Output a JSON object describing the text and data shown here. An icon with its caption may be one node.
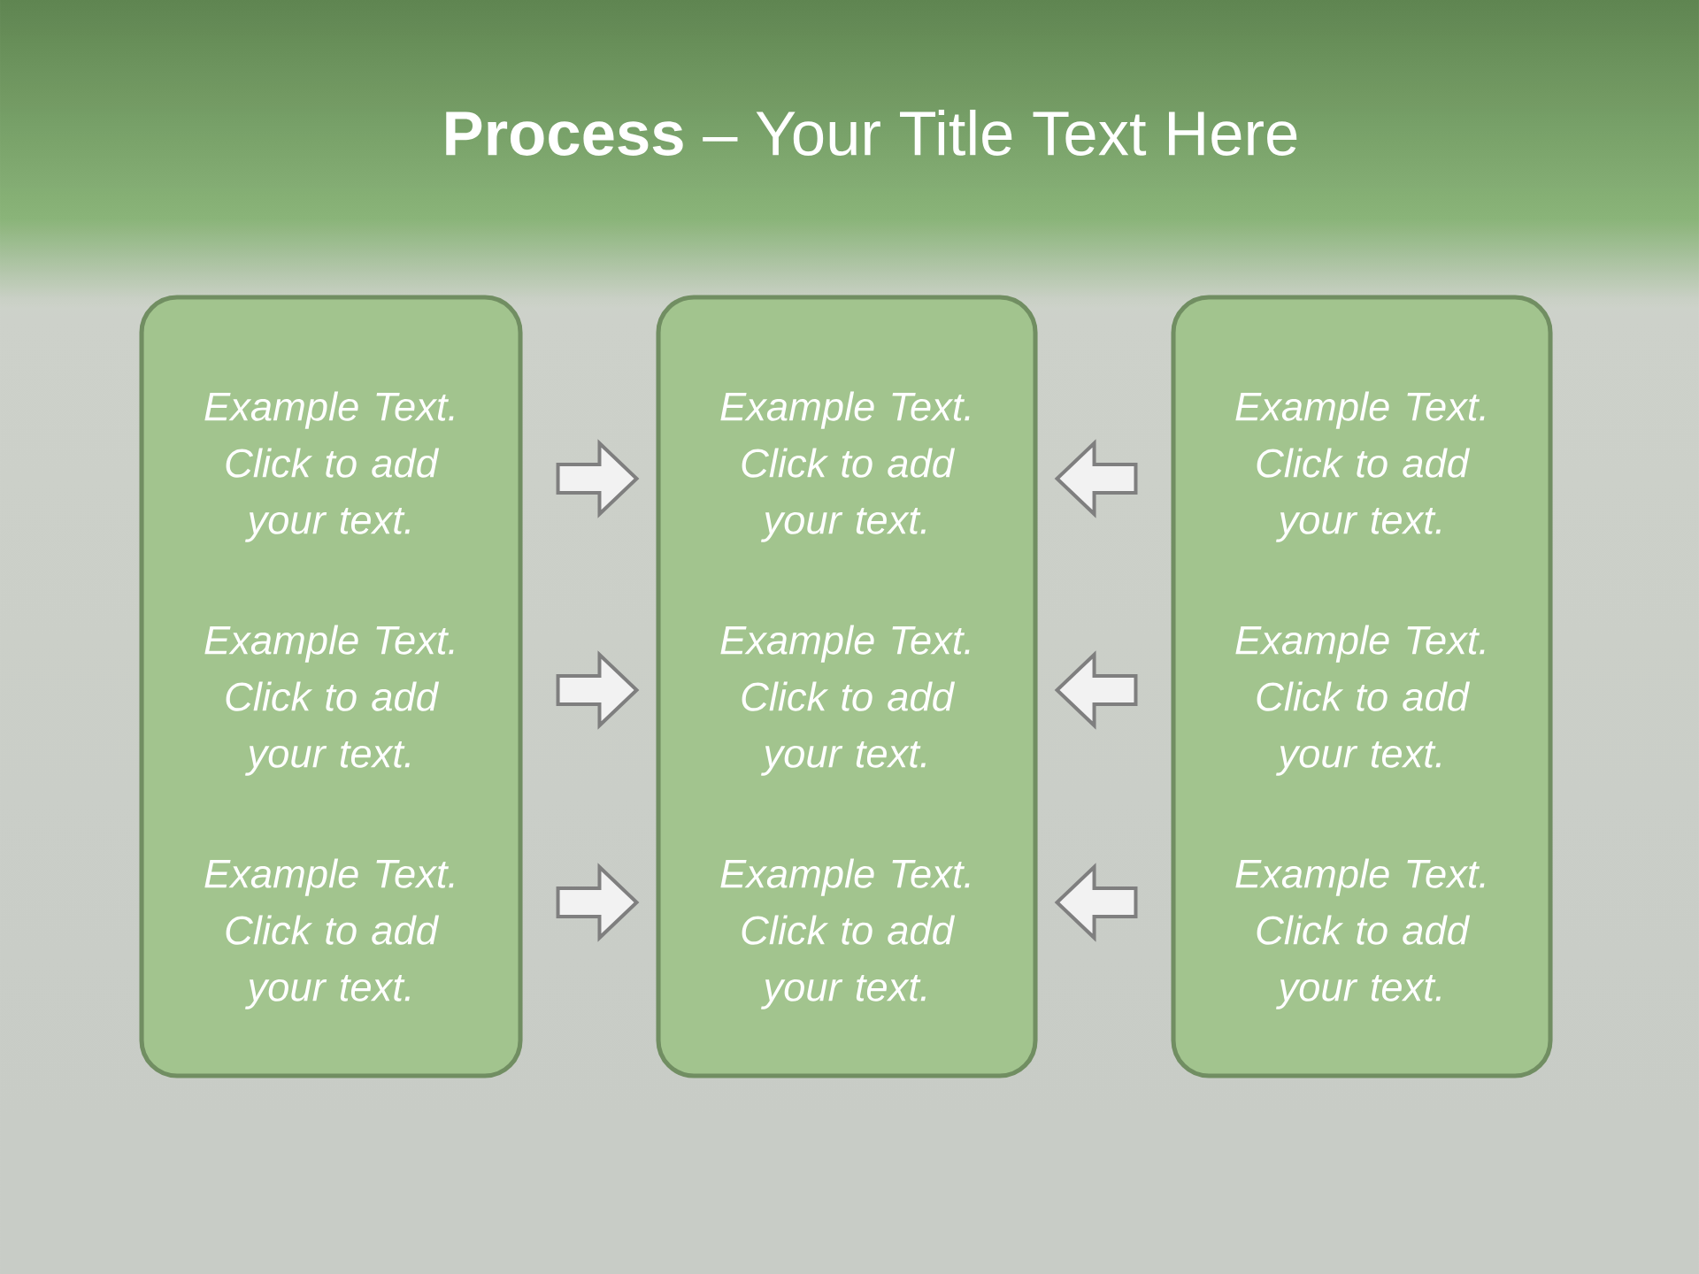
{
  "diagram": {
    "title": "**Process** – Your Title Text Here",
    "nodes": [
      {
        "text": [
          "Example Text. Click to add your text.",
          "Example Text. Click to add your text.",
          "Example Text. Click to add your text."
        ]
      },
      {
        "text": [
          "Example Text. Click to add your text.",
          "Example Text. Click to add your text.",
          "Example Text. Click to add your text."
        ]
      },
      {
        "text": [
          "Example Text. Click to add your text.",
          "Example Text. Click to add your text.",
          "Example Text. Click to add your text."
        ]
      }
    ],
    "edges": [
      {
        "from": 0,
        "to": 1,
        "arrow": "to"
      },
      {
        "from": 0,
        "to": 1,
        "arrow": "to"
      },
      {
        "from": 0,
        "to": 1,
        "arrow": "to"
      },
      {
        "from": 2,
        "to": 1,
        "arrow": "to"
      },
      {
        "from": 2,
        "to": 1,
        "arrow": "to"
      },
      {
        "from": 2,
        "to": 1,
        "arrow": "to"
      }
    ]
  }
}
